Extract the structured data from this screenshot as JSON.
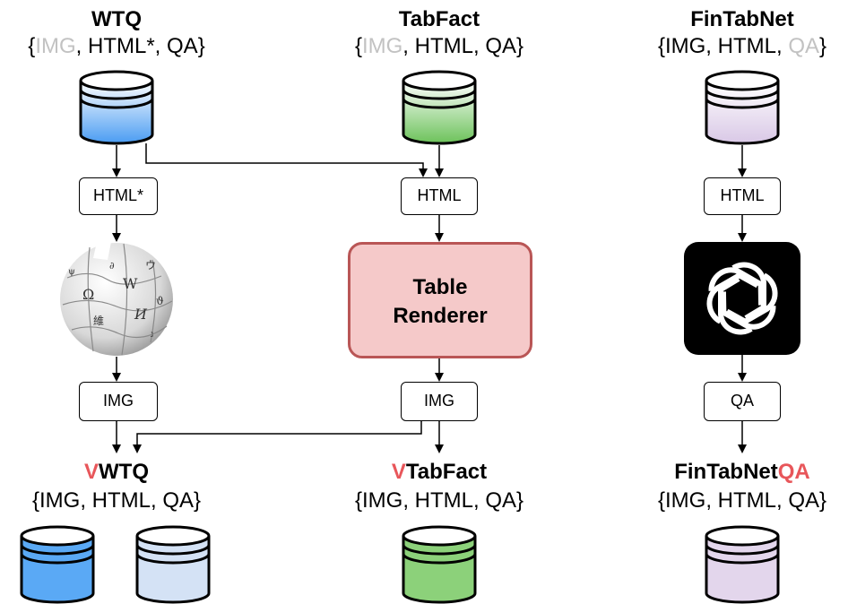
{
  "columns": [
    {
      "top_title": "WTQ",
      "top_fields": {
        "img": "IMG",
        "sep1": ", ",
        "html": "HTML*",
        "sep2": ", ",
        "qa": "QA"
      },
      "step1": "HTML*",
      "step2_icon": "wikipedia-globe",
      "step3": "IMG",
      "bottom_title_prefix": "V",
      "bottom_title_rest": "WTQ",
      "bottom_fields": "{IMG, HTML, QA}"
    },
    {
      "top_title": "TabFact",
      "top_fields": {
        "img": "IMG",
        "sep1": ", ",
        "html": "HTML",
        "sep2": ", ",
        "qa": "QA"
      },
      "step1": "HTML",
      "renderer_line1": "Table",
      "renderer_line2": "Renderer",
      "step3": "IMG",
      "bottom_title_prefix": "V",
      "bottom_title_rest": "TabFact",
      "bottom_fields": "{IMG, HTML, QA}"
    },
    {
      "top_title": "FinTabNet",
      "top_fields": {
        "img": "IMG",
        "sep1": ", ",
        "html": "HTML",
        "sep2": ", ",
        "qa": "QA"
      },
      "step1": "HTML",
      "step2_icon": "openai-logo",
      "step3": "QA",
      "bottom_title_rest": "FinTabNet",
      "bottom_title_suffix": "QA",
      "bottom_fields": "{IMG, HTML, QA}"
    }
  ],
  "brace_open": "{",
  "brace_close": "}",
  "colors": {
    "wtq_blue": "#5aa9f5",
    "wtq_light": "#d4e2f5",
    "tabfact_green": "#8cd17a",
    "fintab_lavender": "#e3d6ec",
    "renderer_fill": "#f5c9c9",
    "renderer_border": "#b95656",
    "highlight_red": "#e8565a",
    "muted_gray": "#c2c2c2"
  }
}
